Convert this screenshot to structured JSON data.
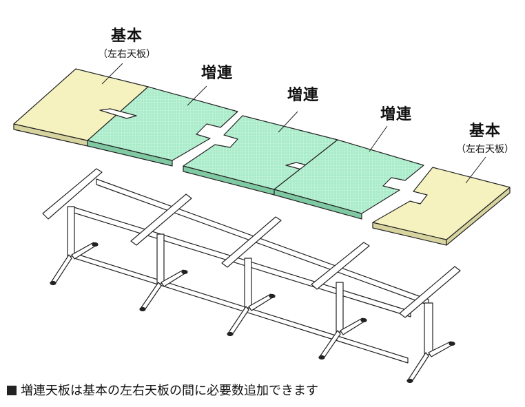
{
  "labels": {
    "left_basic": {
      "main": "基本",
      "sub": "（左右天板）"
    },
    "add_1": {
      "main": "増連"
    },
    "add_2": {
      "main": "増連"
    },
    "add_3": {
      "main": "増連"
    },
    "right_basic": {
      "main": "基本",
      "sub": "（左右天板）"
    }
  },
  "caption": "増連天板は基本の左右天板の間に必要数追加できます",
  "colors": {
    "basic_panel": "#f5f2c0",
    "add_panel": "#a8ecc9",
    "outline": "#222222",
    "frame_fill": "#ffffff"
  }
}
